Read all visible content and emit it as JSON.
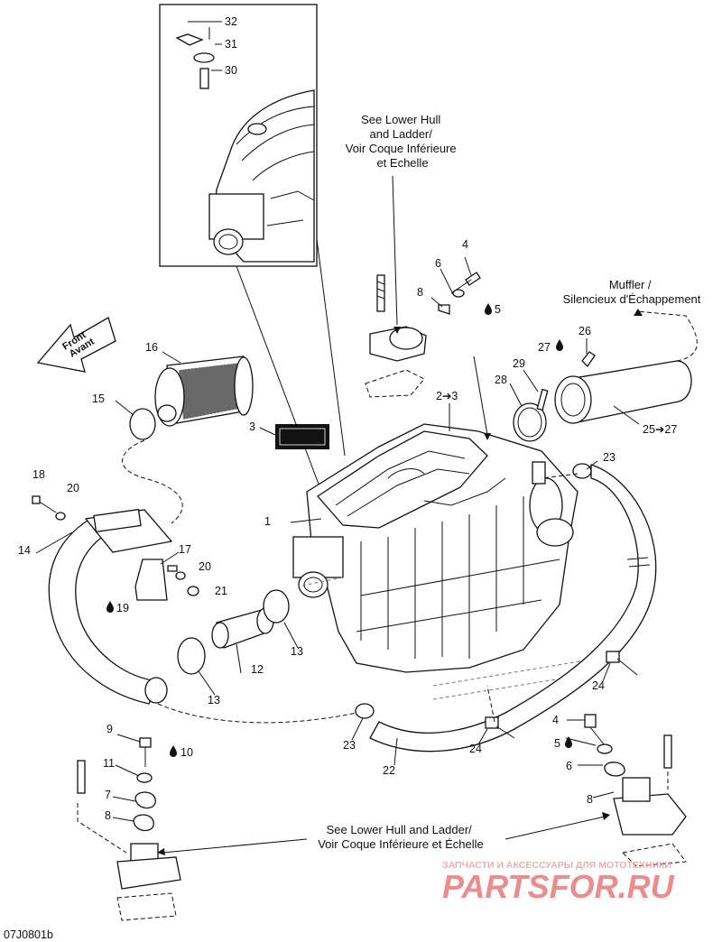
{
  "callouts": {
    "c1": "1",
    "c2": "2➔3",
    "c3": "3",
    "c4a": "4",
    "c5a": "5",
    "c6a": "6",
    "c8a": "8",
    "c4b": "4",
    "c5b": "5",
    "c6b": "6",
    "c7": "7",
    "c8b": "8",
    "c8c": "8",
    "c9": "9",
    "c10": "10",
    "c11": "11",
    "c12": "12",
    "c13a": "13",
    "c13b": "13",
    "c14": "14",
    "c15": "15",
    "c16": "16",
    "c17": "17",
    "c18": "18",
    "c19": "19",
    "c20a": "20",
    "c20b": "20",
    "c21": "21",
    "c22": "22",
    "c23a": "23",
    "c23b": "23",
    "c24a": "24",
    "c24b": "24",
    "c25": "25➔27",
    "c26": "26",
    "c27": "27",
    "c28": "28",
    "c29": "29",
    "c30": "30",
    "c31": "31",
    "c32": "32"
  },
  "notes": {
    "front": [
      "Front",
      "Avant"
    ],
    "lower_hull_top": [
      "See Lower Hull",
      "and Ladder/",
      "Voir Coque Inférieure",
      "et Echelle"
    ],
    "muffler": [
      "Muffler /",
      "Silencieux d'Échappement"
    ],
    "lower_hull_bottom": [
      "See Lower Hull and Ladder/",
      "Voir Coque Inférieure et Échelle"
    ]
  },
  "watermark": {
    "tagline": "ЗАПЧАСТИ И АКСЕССУАРЫ ДЛЯ МОТОТЕХНИКИ",
    "brand": "PARTSFOR.RU",
    "color": "#e87a7a"
  },
  "figure_code": "07J0801b"
}
